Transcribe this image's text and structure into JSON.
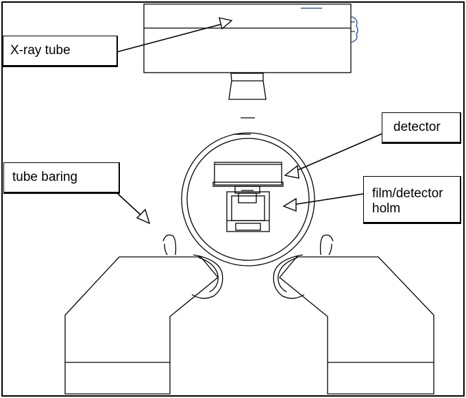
{
  "labels": {
    "xray_tube": "X-ray tube",
    "detector": "detector",
    "tube_bearing": "tube baring",
    "film_detector_line1": "film/detector",
    "film_detector_line2": "holm"
  },
  "colors": {
    "stroke": "#000000",
    "background": "#ffffff",
    "accent_blue": "#3a5fb0"
  }
}
